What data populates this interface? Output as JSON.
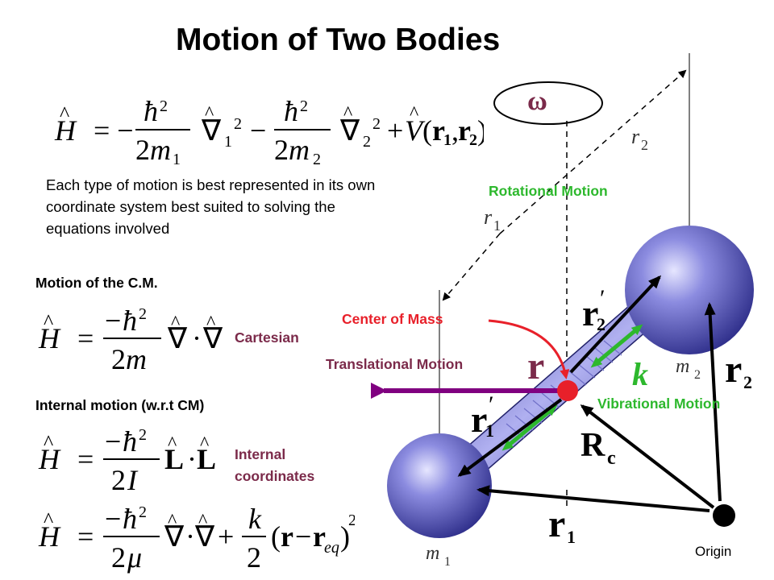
{
  "title": "Motion of Two Bodies",
  "description": "Each type of motion is best represented in its own coordinate system best suited to solving the equations involved",
  "sections": {
    "cm_heading": "Motion of the C.M.",
    "internal_heading": "Internal motion (w.r.t CM)",
    "cartesian_label": "Cartesian",
    "internal_coords_label": "Internal coordinates"
  },
  "diagram_labels": {
    "omega": "ω",
    "rotational": "Rotational Motion",
    "center_of_mass": "Center of Mass",
    "translational": "Translational Motion",
    "vibrational": "Vibrational Motion",
    "origin": "Origin",
    "r2_dashed": "r",
    "r2_dashed_sub": "2",
    "r1_dashed": "r",
    "r1_dashed_sub": "1",
    "m1": "m",
    "m1_sub": "1",
    "m2": "m",
    "m2_sub": "2",
    "r_bold": "r",
    "k": "k",
    "r2_bold": "r",
    "r2_bold_sub": "2",
    "r1_bold": "r",
    "r1_bold_sub": "1",
    "Rc": "R",
    "Rc_sub": "c",
    "r2_prime": "r",
    "r2_prime_sub": "2",
    "r1_prime": "r",
    "r1_prime_sub": "1"
  },
  "colors": {
    "green": "#2db82d",
    "red": "#e8202a",
    "purple": "#7b2a4a",
    "sphere": "#6a6ad0"
  }
}
